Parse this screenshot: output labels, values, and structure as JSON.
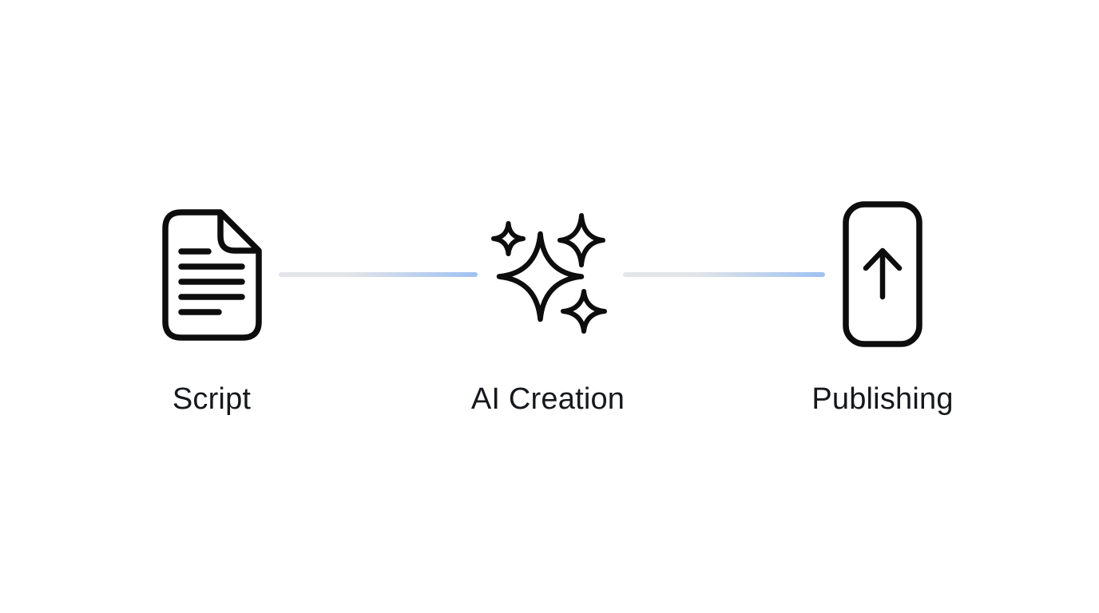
{
  "diagram": {
    "stages": [
      {
        "label": "Script",
        "icon": "file-text-icon"
      },
      {
        "label": "AI Creation",
        "icon": "sparkles-icon"
      },
      {
        "label": "Publishing",
        "icon": "phone-upload-icon"
      }
    ],
    "connectors": [
      {
        "from": "Script",
        "to": "AI Creation"
      },
      {
        "from": "AI Creation",
        "to": "Publishing"
      }
    ],
    "colors": {
      "background": "#ffffff",
      "icon_stroke": "#0d0d0d",
      "label_text": "#16181c",
      "connector_start": "#e3e5e8",
      "connector_end": "#9ec1f1"
    }
  }
}
